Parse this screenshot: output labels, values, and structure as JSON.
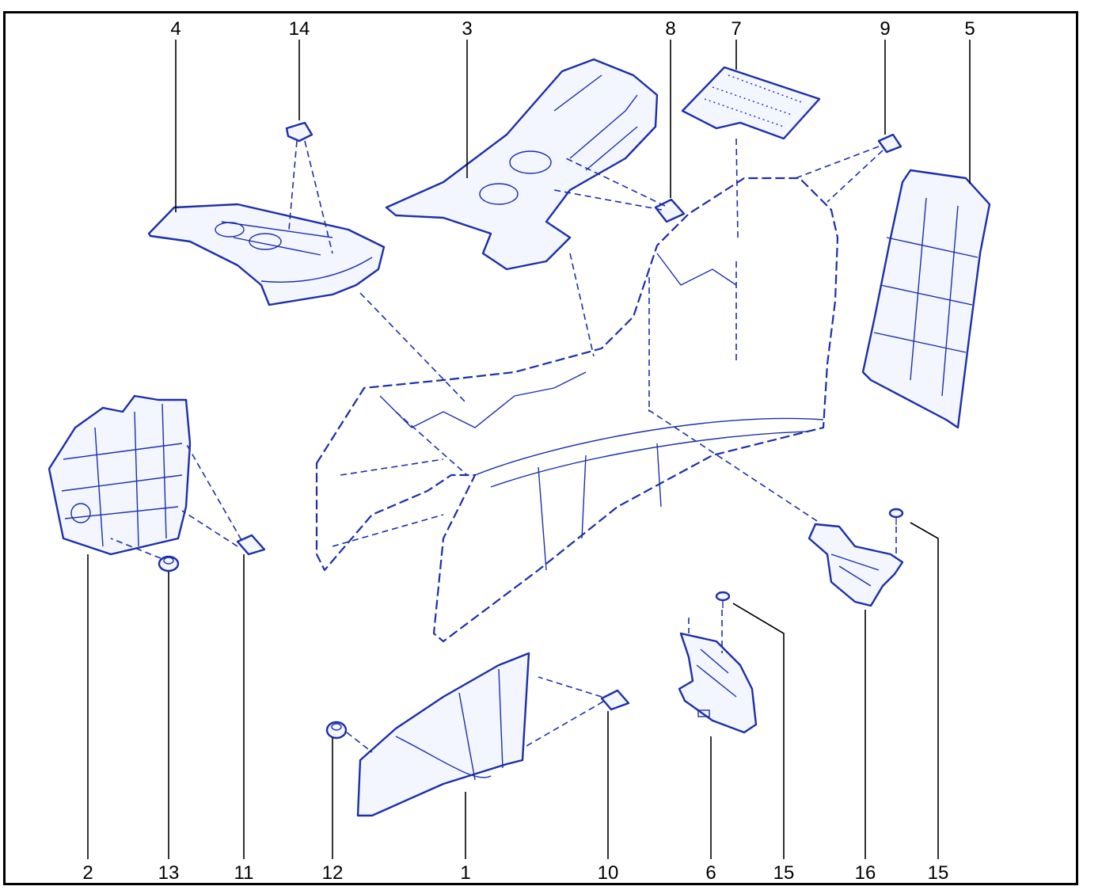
{
  "diagram": {
    "colors": {
      "line": "#1c2fa8",
      "frame": "#000000",
      "fill": "#f3f5ff"
    },
    "top_callouts": [
      "4",
      "14",
      "3",
      "8",
      "7",
      "9",
      "5"
    ],
    "bottom_callouts": [
      "2",
      "13",
      "11",
      "12",
      "1",
      "10",
      "6",
      "15",
      "16",
      "15"
    ]
  }
}
